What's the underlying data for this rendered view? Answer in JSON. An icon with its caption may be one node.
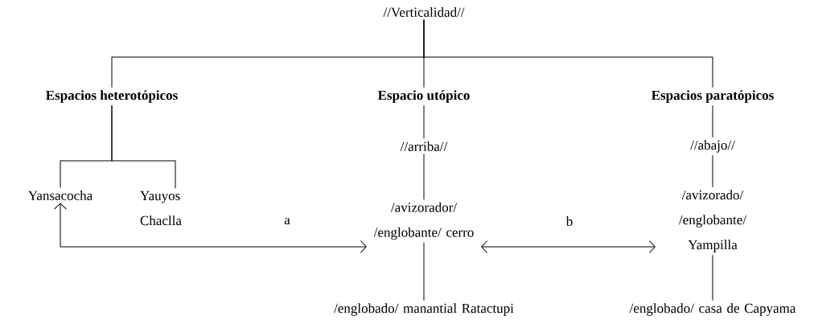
{
  "diagram": {
    "nodes": [
      {
        "text": [
          "//Verticalidad//"
        ]
      },
      {
        "text": [
          "Espacios heterotópicos"
        ]
      },
      {
        "text": [
          "Espacio utópico"
        ]
      },
      {
        "text": [
          "Espacios paratópicos"
        ]
      },
      {
        "text": [
          "//arriba//"
        ]
      },
      {
        "text": [
          "//abajo//"
        ]
      },
      {
        "text": [
          "Yansacocha"
        ]
      },
      {
        "text": [
          "Yauyos Chaclla"
        ]
      },
      {
        "text": [
          "/avizorador/ /englobante/ cerro"
        ]
      },
      {
        "text": [
          "/avizorado/ /englobante/ Yampilla"
        ]
      },
      {
        "text": [
          "/englobado/ manantial Ratactupi"
        ]
      },
      {
        "text": [
          "/englobado/ casa de Capyama"
        ]
      }
    ],
    "edges": [
      {
        "from": 0,
        "to": 1,
        "arrow": "none"
      },
      {
        "from": 0,
        "to": 2,
        "arrow": "none"
      },
      {
        "from": 0,
        "to": 3,
        "arrow": "none"
      },
      {
        "from": 1,
        "to": 6,
        "arrow": "none"
      },
      {
        "from": 1,
        "to": 7,
        "arrow": "none"
      },
      {
        "from": 2,
        "to": 4,
        "arrow": "none"
      },
      {
        "from": 4,
        "to": 8,
        "arrow": "none"
      },
      {
        "from": 8,
        "to": 10,
        "arrow": "none"
      },
      {
        "from": 3,
        "to": 5,
        "arrow": "none"
      },
      {
        "from": 5,
        "to": 9,
        "arrow": "none"
      },
      {
        "from": 9,
        "to": 11,
        "arrow": "none"
      },
      {
        "from": 6,
        "to": 8,
        "arrow": "both",
        "label": "a"
      },
      {
        "from": 8,
        "to": 9,
        "arrow": "both",
        "label": "b"
      }
    ]
  }
}
